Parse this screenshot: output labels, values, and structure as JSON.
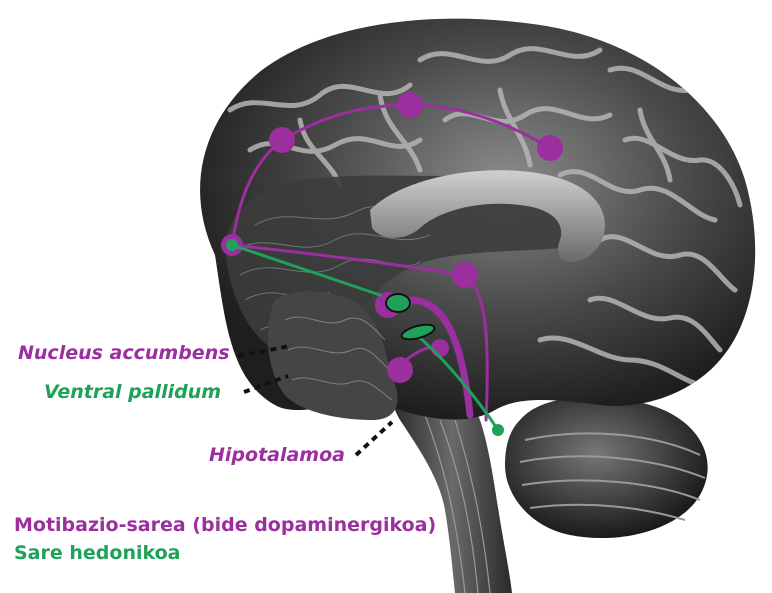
{
  "labels": {
    "nucleus_accumbens": "Nucleus accumbens",
    "ventral_pallidum": "Ventral pallidum",
    "hipotalamoa": "Hipotalamoa"
  },
  "legend": {
    "motibazio": "Motibazio-sarea (bide dopaminergikoa)",
    "hedonikoa": "Sare hedonikoa"
  },
  "colors": {
    "motivation_pathway": "#9b2fa0",
    "hedonic_network": "#1fa15a",
    "brain_tissue": "#3a3a3a",
    "background": "#ffffff"
  }
}
